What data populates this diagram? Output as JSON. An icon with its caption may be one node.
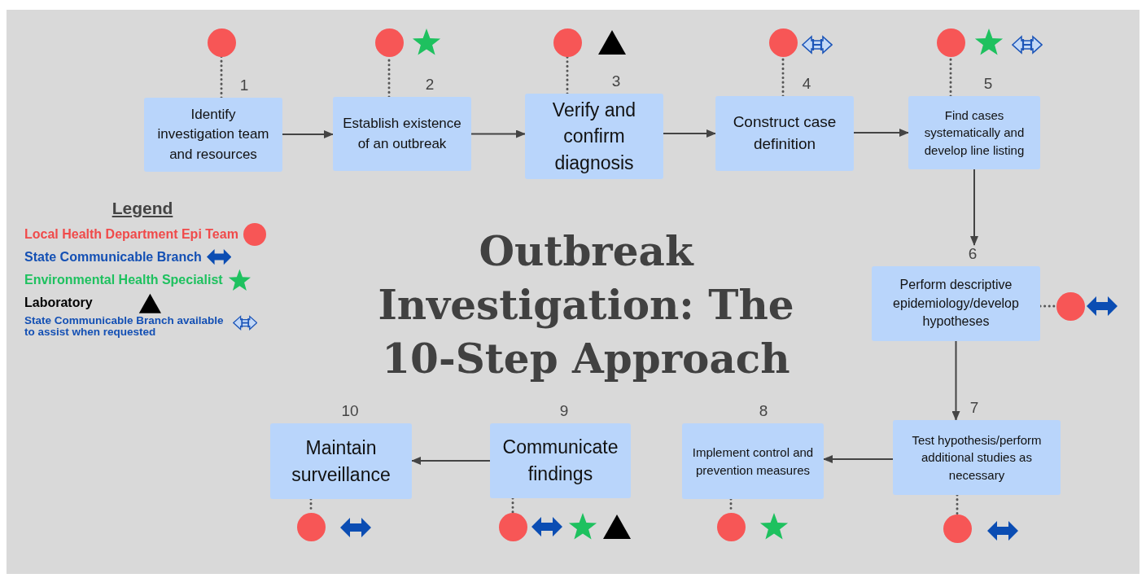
{
  "diagram": {
    "title": "Outbreak Investigation: The 10-Step Approach",
    "nodes": [
      {
        "text": [
          "Identify investigation team and resources"
        ],
        "beside": [
          "1"
        ]
      },
      {
        "text": [],
        "shape": "circle"
      },
      {
        "text": [
          "Establish existence of an outbreak"
        ],
        "beside": [
          "2"
        ]
      },
      {
        "text": [],
        "shape": "circle"
      },
      {
        "text": [],
        "shape": "star"
      },
      {
        "text": [
          "Verify and confirm diagnosis"
        ],
        "beside": [
          "3"
        ]
      },
      {
        "text": [],
        "shape": "circle"
      },
      {
        "text": [],
        "shape": "triangle"
      },
      {
        "text": [
          "Construct case definition"
        ],
        "beside": [
          "4"
        ]
      },
      {
        "text": [],
        "shape": "circle"
      },
      {
        "text": [],
        "shape": "arrow"
      },
      {
        "text": [
          "Find cases systematically and develop line listing"
        ],
        "beside": [
          "5"
        ]
      },
      {
        "text": [],
        "shape": "circle"
      },
      {
        "text": [],
        "shape": "star"
      },
      {
        "text": [],
        "shape": "arrow"
      },
      {
        "text": [
          "Perform descriptive epidemiology/develop hypotheses"
        ],
        "beside": [
          "6"
        ]
      },
      {
        "text": [],
        "shape": "circle"
      },
      {
        "text": [],
        "shape": "arrow"
      },
      {
        "text": [
          "Test hypothesis/perform additional studies as necessary"
        ],
        "beside": [
          "7"
        ]
      },
      {
        "text": [],
        "shape": "circle"
      },
      {
        "text": [],
        "shape": "arrow"
      },
      {
        "text": [
          "Implement control and prevention measures"
        ],
        "beside": [
          "8"
        ]
      },
      {
        "text": [],
        "shape": "circle"
      },
      {
        "text": [],
        "shape": "star"
      },
      {
        "text": [
          "Communicate findings"
        ],
        "beside": [
          "9"
        ]
      },
      {
        "text": [],
        "shape": "circle"
      },
      {
        "text": [],
        "shape": "arrow"
      },
      {
        "text": [],
        "shape": "star"
      },
      {
        "text": [],
        "shape": "triangle"
      },
      {
        "text": [
          "Maintain surveillance"
        ],
        "beside": [
          "10"
        ]
      },
      {
        "text": [],
        "shape": "circle"
      },
      {
        "text": [],
        "shape": "arrow"
      }
    ],
    "edges": [
      {
        "from": 0,
        "to": 2,
        "arrow": "to"
      },
      {
        "from": 2,
        "to": 5,
        "arrow": "to"
      },
      {
        "from": 5,
        "to": 8,
        "arrow": "to"
      },
      {
        "from": 8,
        "to": 11,
        "arrow": "to"
      },
      {
        "from": 11,
        "to": 15,
        "arrow": "to"
      },
      {
        "from": 15,
        "to": 18,
        "arrow": "to"
      },
      {
        "from": 18,
        "to": 21,
        "arrow": "to"
      },
      {
        "from": 24,
        "to": 29,
        "arrow": "to"
      },
      {
        "from": 0,
        "to": 1,
        "arrow": "none",
        "style": "dashed"
      },
      {
        "from": 2,
        "to": 3,
        "arrow": "none",
        "style": "dashed"
      },
      {
        "from": 5,
        "to": 6,
        "arrow": "none",
        "style": "dashed"
      },
      {
        "from": 8,
        "to": 9,
        "arrow": "none",
        "style": "dashed"
      },
      {
        "from": 11,
        "to": 12,
        "arrow": "none",
        "style": "dashed"
      },
      {
        "from": 15,
        "to": 16,
        "arrow": "none",
        "style": "dashed"
      },
      {
        "from": 18,
        "to": 19,
        "arrow": "none",
        "style": "dashed"
      },
      {
        "from": 21,
        "to": 22,
        "arrow": "none",
        "style": "dashed"
      },
      {
        "from": 24,
        "to": 25,
        "arrow": "none",
        "style": "dashed"
      },
      {
        "from": 29,
        "to": 30,
        "arrow": "none",
        "style": "dashed"
      }
    ],
    "labels": [
      "Legend"
    ],
    "legend": [
      {
        "text": "Local Health Department Epi Team"
      },
      {
        "text": "State Communicable Branch"
      },
      {
        "text": "Environmental Health Specialist"
      },
      {
        "text": "Laboratory"
      },
      {
        "text": "State Communicable Branch available to assist when requested"
      }
    ]
  }
}
